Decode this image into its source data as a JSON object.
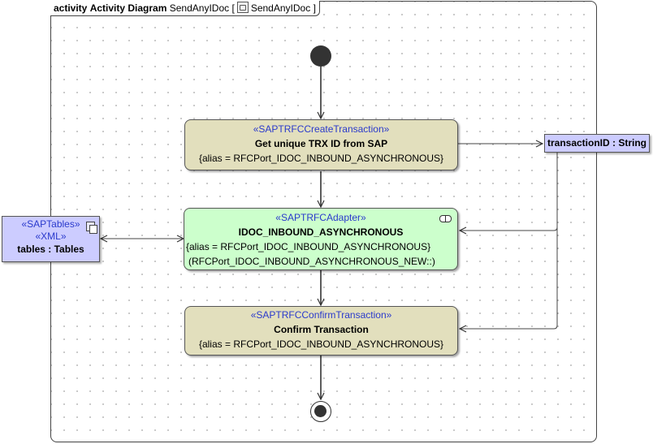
{
  "frame": {
    "keyword": "activity",
    "kind": "Activity Diagram",
    "name": "SendAnyIDoc",
    "ref_name": "SendAnyIDoc",
    "bracket_open": "[",
    "bracket_close": "]"
  },
  "actions": [
    {
      "stereotype": "«SAPTRFCCreateTransaction»",
      "name": "Get unique TRX ID from SAP",
      "properties": [
        "{alias = RFCPort_IDOC_INBOUND_ASYNCHRONOUS}"
      ]
    },
    {
      "stereotype": "«SAPTRFCAdapter»",
      "name": "IDOC_INBOUND_ASYNCHRONOUS",
      "properties": [
        "{alias = RFCPort_IDOC_INBOUND_ASYNCHRONOUS}",
        "(RFCPort_IDOC_INBOUND_ASYNCHRONOUS_NEW::)"
      ]
    },
    {
      "stereotype": "«SAPTRFCConfirmTransaction»",
      "name": "Confirm Transaction",
      "properties": [
        "{alias = RFCPort_IDOC_INBOUND_ASYNCHRONOUS}"
      ]
    }
  ],
  "objects": {
    "transaction": {
      "label": "transactionID : String"
    },
    "tables": {
      "stereotypes": [
        "«SAPTables»",
        "«XML»"
      ],
      "label": "tables : Tables"
    }
  },
  "colors": {
    "action_fill": "#e2dfbd",
    "adapter_fill": "#ccffcc",
    "object_fill": "#ccccff",
    "stereotype_text": "#2a3acc",
    "line": "#444444"
  }
}
